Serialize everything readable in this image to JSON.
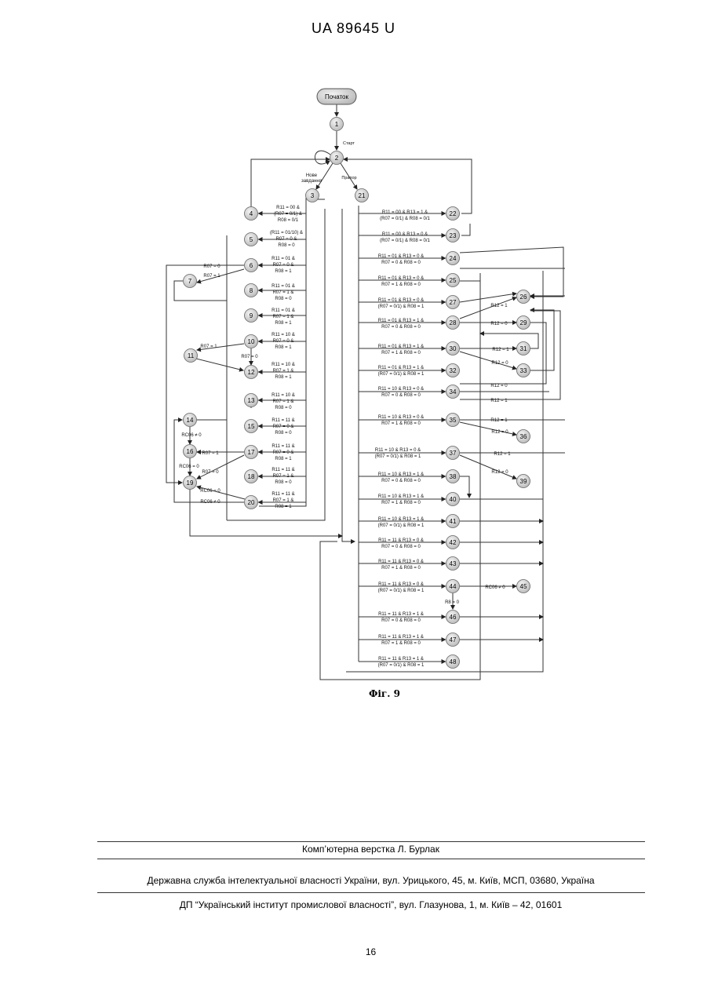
{
  "header": {
    "patent_id": "UA   89645   U"
  },
  "diagram": {
    "start_label": "Початок",
    "edge_start": "Старт",
    "edge_new_task": [
      "Нове",
      "завдання"
    ],
    "edge_flag": "Прапор",
    "left_nodes": [
      {
        "id": "3"
      },
      {
        "id": "4"
      },
      {
        "id": "5"
      },
      {
        "id": "6"
      },
      {
        "id": "7"
      },
      {
        "id": "8"
      },
      {
        "id": "9"
      },
      {
        "id": "10"
      },
      {
        "id": "11"
      },
      {
        "id": "12"
      },
      {
        "id": "13"
      },
      {
        "id": "14"
      },
      {
        "id": "15"
      },
      {
        "id": "16"
      },
      {
        "id": "17"
      },
      {
        "id": "18"
      },
      {
        "id": "19"
      },
      {
        "id": "20"
      }
    ],
    "left_conditions": [
      {
        "node": "4",
        "lines": [
          "R11 = 00 &",
          "(R07 = 0/1) &",
          "R08 = 0/1"
        ]
      },
      {
        "node": "5",
        "lines": [
          "(R11 = 01/10) &",
          "R07 = 0 &",
          "R08 = 0"
        ]
      },
      {
        "node": "6",
        "lines": [
          "R11 = 01 &",
          "R07 = 0 &",
          "R08 = 1"
        ]
      },
      {
        "node": "8",
        "lines": [
          "R11 = 01 &",
          "R07 = 1 &",
          "R08 = 0"
        ]
      },
      {
        "node": "9",
        "lines": [
          "R11 = 01 &",
          "R07 = 1 &",
          "R08 = 1"
        ]
      },
      {
        "node": "10",
        "lines": [
          "R11 = 10 &",
          "R07 = 0 &",
          "R08 = 1"
        ]
      },
      {
        "node": "12",
        "lines": [
          "R11 = 10 &",
          "R07 = 1 &",
          "R08 = 1"
        ]
      },
      {
        "node": "13",
        "lines": [
          "R11 = 10 &",
          "R07 = 1 &",
          "R08 = 0"
        ]
      },
      {
        "node": "15",
        "lines": [
          "R11 = 11 &",
          "R07 = 0 &",
          "R08 = 0"
        ]
      },
      {
        "node": "17",
        "lines": [
          "R11 = 11 &",
          "R07 = 0 &",
          "R08 = 1"
        ]
      },
      {
        "node": "18",
        "lines": [
          "R11 = 11 &",
          "R07 = 1 &",
          "R08 = 0"
        ]
      },
      {
        "node": "20",
        "lines": [
          "R11 = 11 &",
          "R07 = 1 &",
          "R08 = 1"
        ]
      }
    ],
    "left_edge_labels": {
      "r07_0_a": "R07 = 0",
      "r07_1_a": "R07 = 1",
      "r07_1_b": "R07 = 1",
      "r07_0_b": "R07 = 0",
      "rc06_ne0_a": "RC06 ≠ 0",
      "r07_1_c": "R07 = 1",
      "rc06_0_a": "RC06 = 0",
      "r07_0_c": "R07 = 0",
      "rc06_0_b": "RC06 = 0",
      "rc06_ne0_b": "RC06 ≠ 0"
    },
    "right_nodes": [
      {
        "id": "21"
      },
      {
        "id": "22"
      },
      {
        "id": "23"
      },
      {
        "id": "24"
      },
      {
        "id": "25"
      },
      {
        "id": "27"
      },
      {
        "id": "28"
      },
      {
        "id": "30"
      },
      {
        "id": "32"
      },
      {
        "id": "34"
      },
      {
        "id": "35"
      },
      {
        "id": "37"
      },
      {
        "id": "38"
      },
      {
        "id": "40"
      },
      {
        "id": "41"
      },
      {
        "id": "42"
      },
      {
        "id": "43"
      },
      {
        "id": "44"
      },
      {
        "id": "46"
      },
      {
        "id": "47"
      },
      {
        "id": "48"
      }
    ],
    "far_nodes": [
      {
        "id": "26"
      },
      {
        "id": "29"
      },
      {
        "id": "31"
      },
      {
        "id": "33"
      },
      {
        "id": "36"
      },
      {
        "id": "39"
      },
      {
        "id": "45"
      }
    ],
    "right_conditions": [
      {
        "node": "22",
        "lines": [
          "R11 = 00 & R13 = 1 &",
          "(R07 = 0/1) & R08 = 0/1"
        ]
      },
      {
        "node": "23",
        "lines": [
          "R11 = 00 & R13 = 0 &",
          "(R07 = 0/1) & R08 = 0/1"
        ]
      },
      {
        "node": "24",
        "lines": [
          "R11 = 01 & R13 = 0 &",
          "R07 = 0 & R08 = 0"
        ]
      },
      {
        "node": "25",
        "lines": [
          "R11 = 01 & R13 = 0 &",
          "R07 = 1 & R08 = 0"
        ]
      },
      {
        "node": "27",
        "lines": [
          "R11 = 01 & R13 = 0 &",
          "(R07 = 0/1) & R08 = 1"
        ]
      },
      {
        "node": "28",
        "lines": [
          "R11 = 01 & R13 = 1 &",
          "R07 = 0 & R08 = 0"
        ]
      },
      {
        "node": "30",
        "lines": [
          "R11 = 01 & R13 = 1 &",
          "R07 = 1 & R08 = 0"
        ]
      },
      {
        "node": "32",
        "lines": [
          "R11 = 01 & R13 = 1 &",
          "(R07 = 0/1) & R08 = 1"
        ]
      },
      {
        "node": "34",
        "lines": [
          "R11 = 10 & R13 = 0 &",
          "R07 = 0 & R08 = 0"
        ]
      },
      {
        "node": "35",
        "lines": [
          "R11 = 10 & R13 = 0 &",
          "R07 = 1 & R08 = 0"
        ]
      },
      {
        "node": "37",
        "lines": [
          "R11 = 10 & R13 = 0 &",
          "(R07 = 0/1) & R08 = 1"
        ]
      },
      {
        "node": "38",
        "lines": [
          "R11 = 10 & R13 = 1 &",
          "R07 = 0 & R08 = 0"
        ]
      },
      {
        "node": "40",
        "lines": [
          "R11 = 10 & R13 = 1 &",
          "R07 = 1 & R08 = 0"
        ]
      },
      {
        "node": "41",
        "lines": [
          "R11 = 10 & R13 = 1 &",
          "(R07 = 0/1) & R08 = 1"
        ]
      },
      {
        "node": "42",
        "lines": [
          "R11 = 11 & R13 = 0 &",
          "R07 = 0 & R08 = 0"
        ]
      },
      {
        "node": "43",
        "lines": [
          "R11 = 11 & R13 = 0 &",
          "R07 = 1 & R08 = 0"
        ]
      },
      {
        "node": "44",
        "lines": [
          "R11 = 11 & R13 = 0 &",
          "(R07 = 0/1) & R08 = 1"
        ]
      },
      {
        "node": "46",
        "lines": [
          "R11 = 11 & R13 = 1 &",
          "R07 = 0 & R08 = 0"
        ]
      },
      {
        "node": "47",
        "lines": [
          "R11 = 11 & R13 = 1 &",
          "R07 = 1 & R08 = 0"
        ]
      },
      {
        "node": "48",
        "lines": [
          "R11 = 11 & R13 = 1 &",
          "(R07 = 0/1) & R08 = 1"
        ]
      }
    ],
    "right_edge_labels": {
      "r12_1_a": "R12 = 1",
      "r12_0_a": "R12 = 0",
      "r12_1_b": "R12 = 1",
      "r12_0_b": "R12 = 0",
      "r12_0_c": "R12 = 0",
      "r12_1_c": "R12 = 1",
      "r12_1_d": "R12 = 1",
      "r12_0_d": "R12 = 0",
      "r12_1_e": "R12 = 1",
      "r12_0_e": "R12 = 0",
      "rc06_ne0": "RC06 ≠ 0",
      "r8_0": "R8 = 0"
    }
  },
  "figure_caption": "Фіг. 9",
  "footer": {
    "layout_credit": "Комп’ютерна верстка Л. Бурлак",
    "agency": "Державна служба інтелектуальної власності України, вул. Урицького, 45, м. Київ, МСП, 03680, Україна",
    "institute": "ДП “Український інститут промислової власності”, вул. Глазунова, 1, м. Київ – 42, 01601"
  },
  "page_number": "16"
}
